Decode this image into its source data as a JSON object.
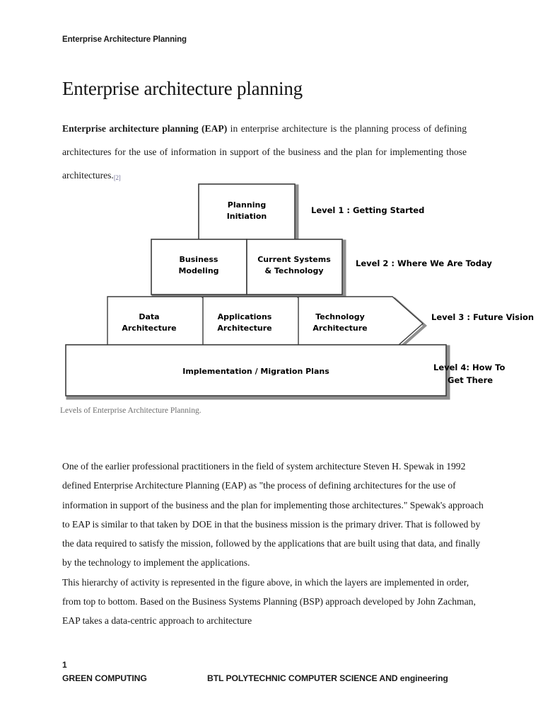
{
  "header": {
    "running_head": "Enterprise Architecture Planning"
  },
  "title": "Enterprise architecture planning",
  "lead": {
    "bold_lead": "Enterprise architecture planning (EAP)",
    "rest": " in enterprise architecture is the planning process of defining architectures for the use of information in support of the business and the plan for implementing those architectures.",
    "citation": "[2]"
  },
  "figure": {
    "caption": "Levels of Enterprise Architecture Planning.",
    "boxes": {
      "planning_initiation": "Planning\nInitiation",
      "planning_initiation_l1": "Planning",
      "planning_initiation_l2": "Initiation",
      "business_modeling_l1": "Business",
      "business_modeling_l2": "Modeling",
      "current_systems_l1": "Current Systems",
      "current_systems_l2": "& Technology",
      "data_architecture_l1": "Data",
      "data_architecture_l2": "Architecture",
      "applications_architecture_l1": "Applications",
      "applications_architecture_l2": "Architecture",
      "technology_architecture_l1": "Technology",
      "technology_architecture_l2": "Architecture",
      "implementation_plans": "Implementation / Migration Plans"
    },
    "levels": {
      "level1": "Level 1 : Getting Started",
      "level2": "Level 2 : Where We Are Today",
      "level3": "Level 3 : Future Vision",
      "level4_l1": "Level 4: How To",
      "level4_l2": "Get There"
    },
    "colors": {
      "stroke": "#3c3c3c",
      "shadow": "#8f8f8f",
      "fill": "#ffffff"
    }
  },
  "body": {
    "paragraph1": "One of the earlier professional practitioners in the field of system architecture Steven H. Spewak in 1992 defined Enterprise Architecture Planning (EAP) as \"the process of defining architectures for the use of information in support of the business and the plan for implementing those architectures.\" Spewak's approach to EAP is similar to that taken by DOE in that the business mission is the primary driver. That is followed by the data required to satisfy the mission, followed by the applications that are built using that data, and finally by the technology to implement the applications.",
    "paragraph2": "This hierarchy of activity is represented in the figure above, in which the layers are implemented in order, from top to bottom. Based on the Business Systems Planning (BSP) approach developed by John Zachman, EAP takes a data-centric approach to architecture"
  },
  "footer": {
    "page_number": "1",
    "left": "GREEN COMPUTING",
    "right": "BTL POLYTECHNIC COMPUTER SCIENCE AND   engineering"
  }
}
